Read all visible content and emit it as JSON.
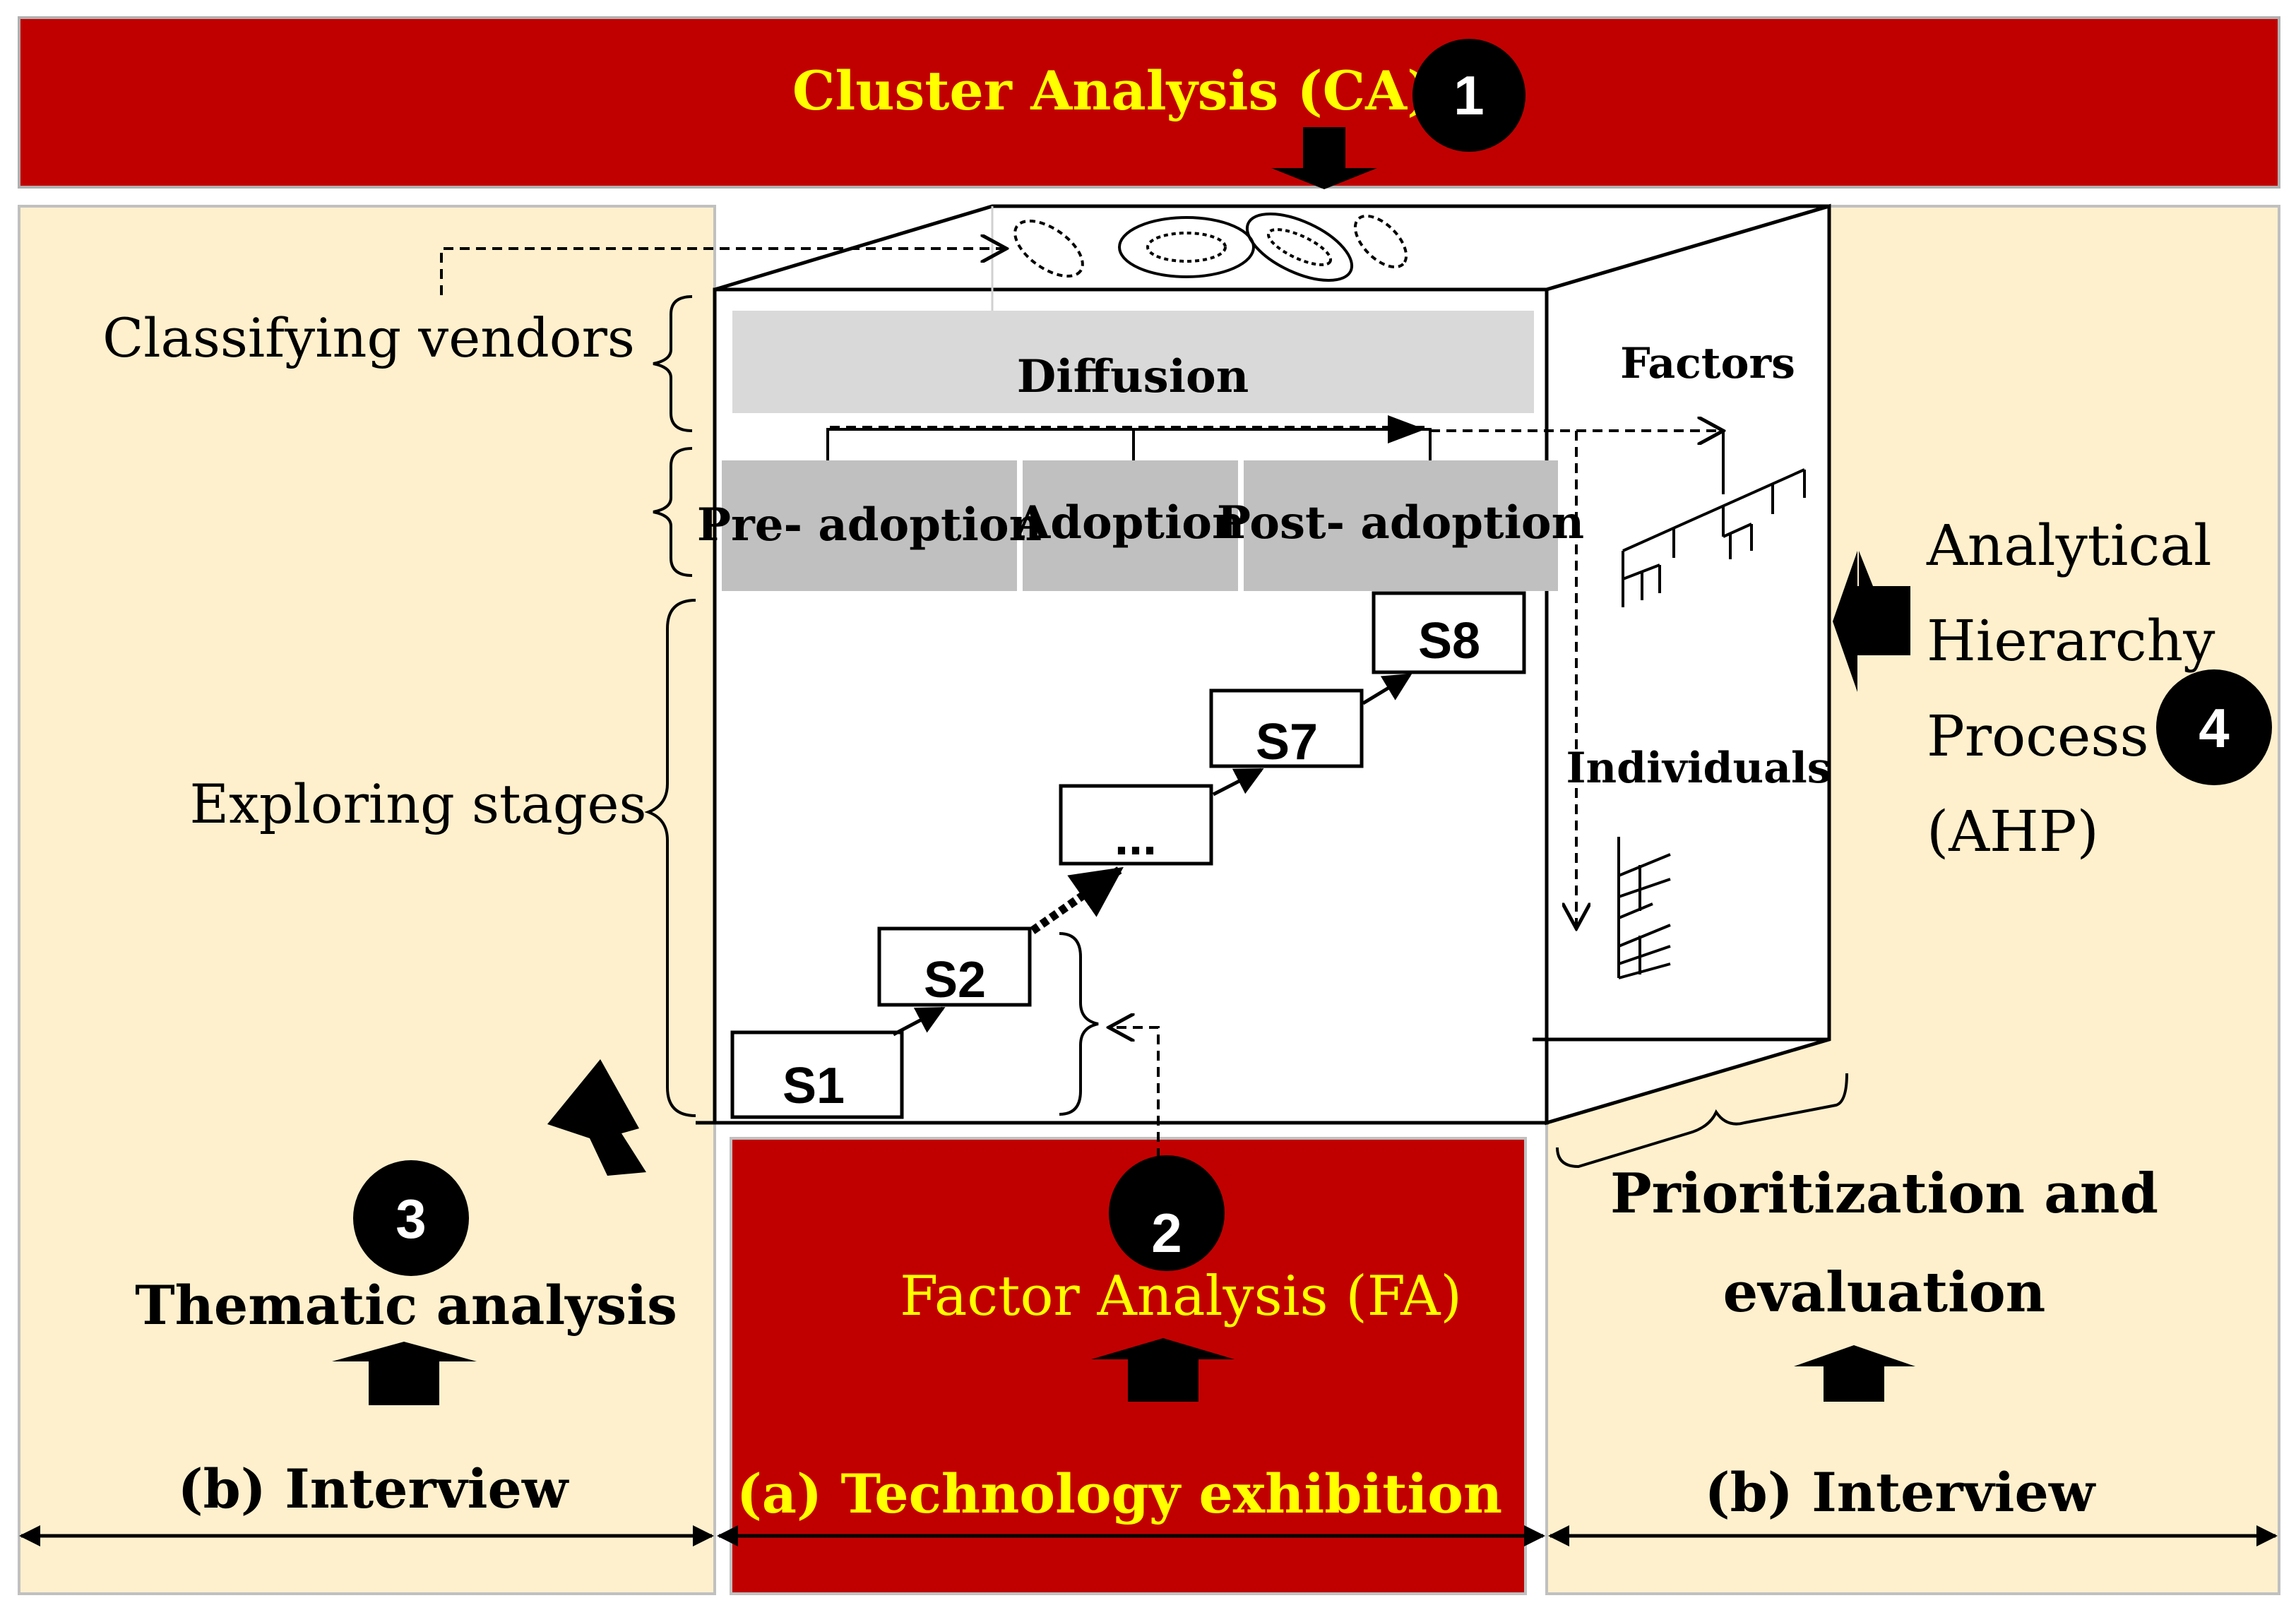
{
  "colors": {
    "dark_red": "#c00000",
    "cream": "#fef0cd",
    "yellow_text": "#ffff00",
    "gray_light": "#d9d9d9",
    "gray_mid": "#c0c0c0",
    "black": "#000000"
  },
  "top_banner": {
    "title": "Cluster Analysis (CA)",
    "badge": "1"
  },
  "left_panel": {
    "classifying": "Classifying vendors",
    "exploring": "Exploring stages",
    "badge": "3",
    "method": "Thematic analysis",
    "source": "(b) Interview"
  },
  "center": {
    "diffusion": "Diffusion",
    "stages": [
      "Pre- adoption",
      "Adoption",
      "Post- adoption"
    ],
    "steps": [
      "S1",
      "S2",
      "...",
      "S7",
      "S8"
    ]
  },
  "right_side": {
    "factors": "Factors",
    "individuals": "Individuals"
  },
  "right_panel": {
    "ahp_lines": [
      "Analytical",
      "Hierarchy",
      "Process",
      "(AHP)"
    ],
    "badge": "4",
    "prioritization_lines": [
      "Prioritization and",
      "evaluation"
    ],
    "source": "(b) Interview"
  },
  "bottom_center": {
    "badge": "2",
    "method": "Factor Analysis (FA)",
    "source": "(a) Technology exhibition"
  }
}
